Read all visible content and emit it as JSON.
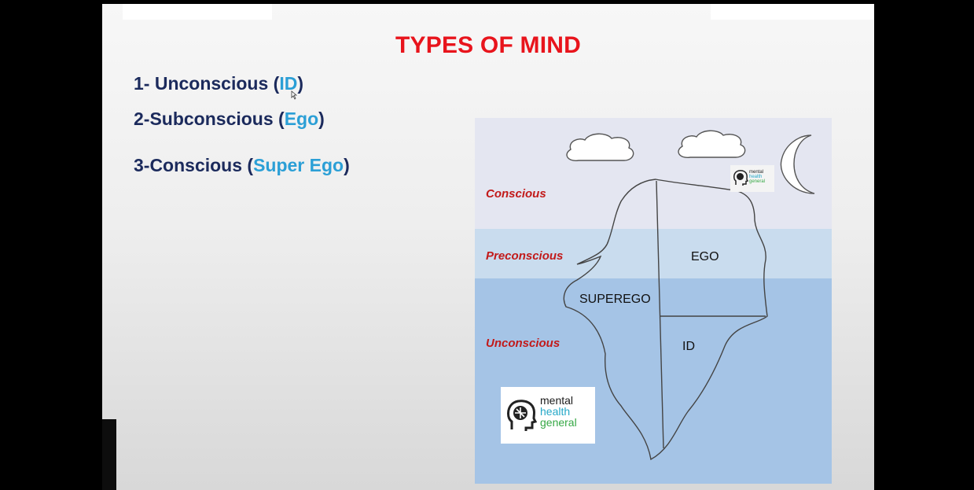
{
  "slide": {
    "title": "TYPES OF MIND",
    "items": [
      {
        "prefix": "1- Unconscious (",
        "term": "ID",
        "suffix": ")"
      },
      {
        "prefix": "2-Subconscious (",
        "term": "Ego",
        "suffix": ")"
      },
      {
        "prefix": "3-Conscious (",
        "term": "Super Ego",
        "suffix": ")"
      }
    ]
  },
  "figure": {
    "zones": {
      "conscious": "Conscious",
      "preconscious": "Preconscious",
      "unconscious": "Unconscious"
    },
    "parts": {
      "ego": "EGO",
      "superego": "SUPEREGO",
      "id": "ID"
    },
    "logo": {
      "line1": "mental",
      "line2": "health",
      "line3": "general"
    },
    "mini_logo": {
      "line1": "mental",
      "line2": "health",
      "line3": "general"
    },
    "icons": [
      "cloud-icon",
      "moon-icon",
      "head-brain-icon"
    ]
  },
  "colors": {
    "title": "#e8141c",
    "list_text": "#1b2a5c",
    "list_term": "#2b9fd6",
    "zone_label": "#c21a1a",
    "logo_health": "#25a8c8",
    "logo_general": "#36a845"
  }
}
